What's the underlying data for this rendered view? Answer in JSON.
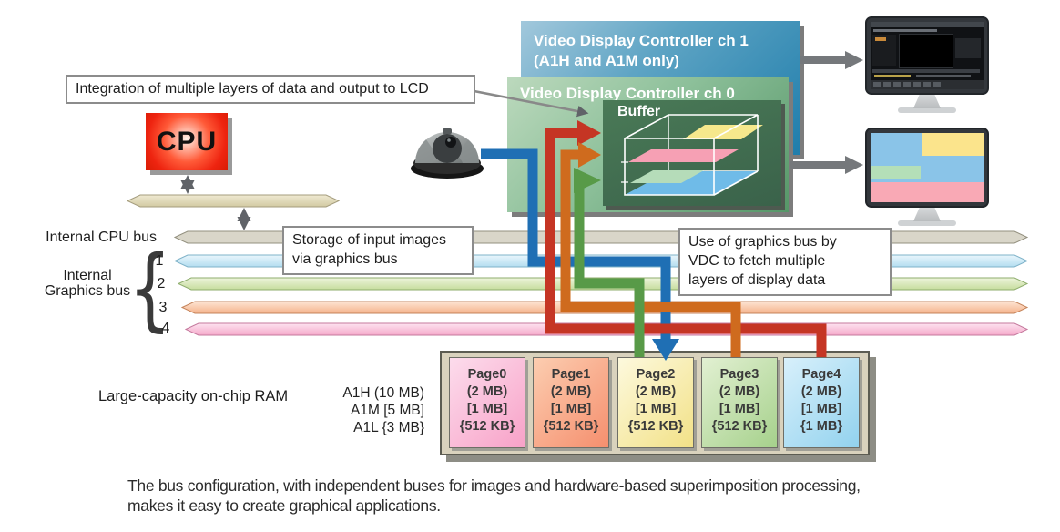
{
  "callout_integration": {
    "text": "Integration of multiple layers of data and output to LCD"
  },
  "cpu": {
    "label": "CPU"
  },
  "vdc_ch1": {
    "line1": "Video Display Controller ch 1",
    "line2": "(A1H and A1M only)"
  },
  "vdc_ch0": {
    "title": "Video Display Controller ch 0",
    "buffer_label": "Buffer"
  },
  "bus_labels": {
    "internal_cpu": "Internal CPU bus",
    "graphics_line1": "Internal",
    "graphics_line2": "Graphics bus",
    "brace": "{",
    "bus_numbers": [
      "1",
      "2",
      "3",
      "4"
    ]
  },
  "callout_storage": {
    "line1": "Storage of input images",
    "line2": "via graphics bus"
  },
  "callout_use": {
    "line1": "Use of graphics bus by",
    "line2": "VDC to fetch multiple",
    "line3": "layers of display data"
  },
  "ram": {
    "label": "Large-capacity on-chip RAM",
    "variants": [
      "A1H (10 MB)",
      "A1M [5 MB]",
      "A1L {3 MB}"
    ],
    "pages": [
      {
        "name": "Page0",
        "l1": "(2 MB)",
        "l2": "[1 MB]",
        "l3": "{512 KB}"
      },
      {
        "name": "Page1",
        "l1": "(2 MB)",
        "l2": "[1 MB]",
        "l3": "{512 KB}"
      },
      {
        "name": "Page2",
        "l1": "(2 MB)",
        "l2": "[1 MB]",
        "l3": "{512 KB}"
      },
      {
        "name": "Page3",
        "l1": "(2 MB)",
        "l2": "[1 MB]",
        "l3": "{512 KB}"
      },
      {
        "name": "Page4",
        "l1": "(2 MB)",
        "l2": "[1 MB]",
        "l3": "{1 MB}"
      }
    ]
  },
  "caption": {
    "line1": "The bus configuration, with independent buses for images and hardware-based superimposition processing,",
    "line2": "makes it easy to create graphical applications."
  },
  "colors": {
    "vdc_ch1_gradient": [
      "#a2c8dc",
      "#1f7dab"
    ],
    "vdc_ch0_gradient": [
      "#bcd9bd",
      "#569668"
    ],
    "buffer_bg": "#3f694f",
    "cpu_red": "#ee2410",
    "bus_internal_cpu": "#d9d6c9",
    "bus_cpu_local": "#ddd6b5",
    "bus_graphics_1": "#c9e7f5",
    "bus_graphics_2": "#d7e7bd",
    "bus_graphics_3": "#f9c9ab",
    "bus_graphics_4": "#f9c3d9",
    "line_camera_store": "#1f6fb4",
    "line_fetch_page2": "#589a48",
    "line_fetch_page3": "#cf6b1e",
    "line_fetch_page4": "#c53524",
    "buffer_layer_yellow": "#f6e88c",
    "buffer_layer_pink": "#f6a0b4",
    "buffer_layer_green": "#b5dcb9",
    "buffer_layer_blue": "#6fbbe8",
    "monitor_arrow_gray": "#75787b"
  }
}
